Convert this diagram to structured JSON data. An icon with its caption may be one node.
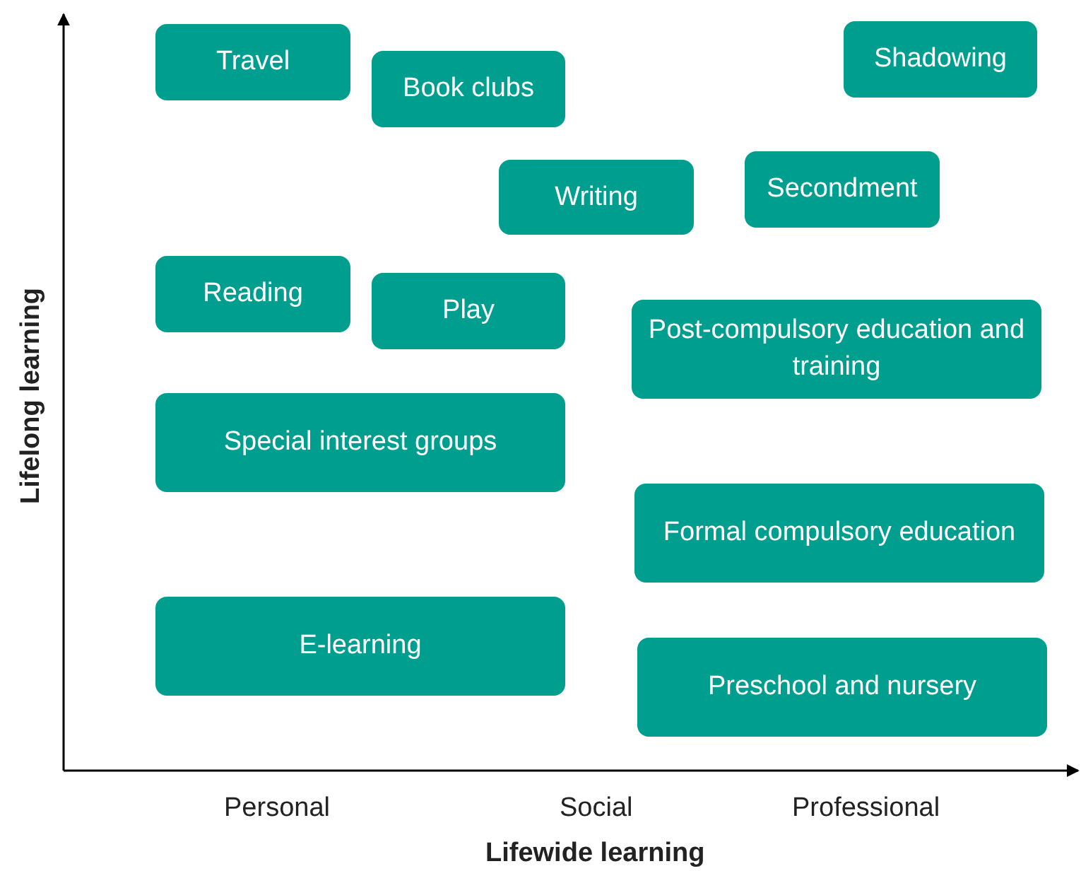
{
  "diagram": {
    "nodes": [
      {
        "text": [
          "Travel"
        ]
      },
      {
        "text": [
          "Shadowing"
        ]
      },
      {
        "text": [
          "Book clubs"
        ]
      },
      {
        "text": [
          "Writing"
        ]
      },
      {
        "text": [
          "Secondment"
        ]
      },
      {
        "text": [
          "Reading"
        ]
      },
      {
        "text": [
          "Play"
        ]
      },
      {
        "text": [
          "Post-compulsory education and training"
        ]
      },
      {
        "text": [
          "Special interest groups"
        ]
      },
      {
        "text": [
          "Formal compulsory education"
        ]
      },
      {
        "text": [
          "E-learning"
        ]
      },
      {
        "text": [
          "Preschool and nursery"
        ]
      }
    ],
    "edges": [],
    "labels": [
      "Lifelong learning",
      "Personal",
      "Social",
      "Professional",
      "Lifewide learning"
    ]
  }
}
